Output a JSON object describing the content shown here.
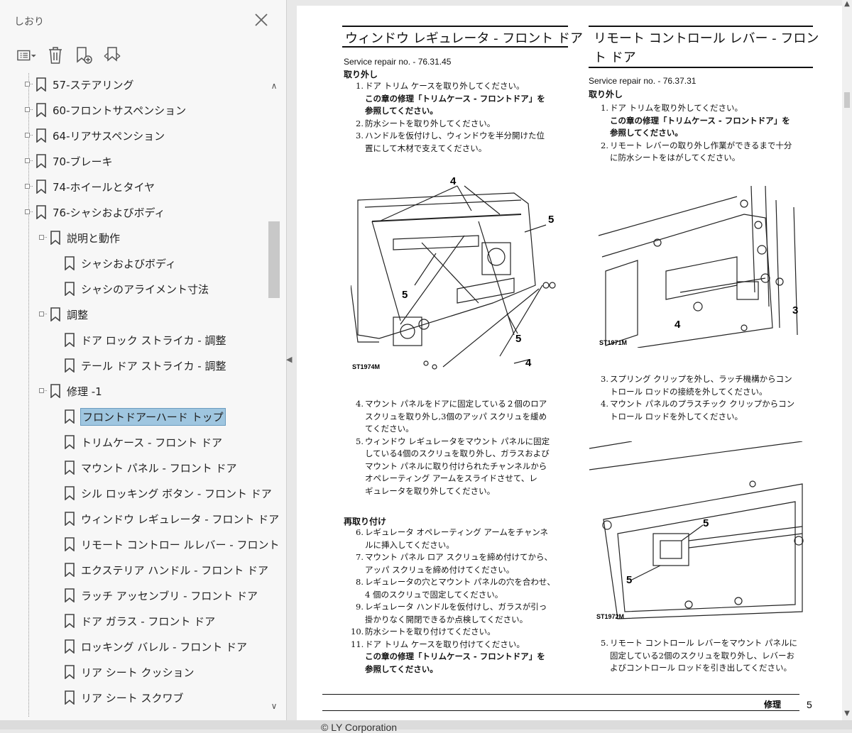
{
  "panel": {
    "title": "しおり",
    "toolbar": [
      "options-menu-icon",
      "delete-bookmark-icon",
      "new-bookmark-icon",
      "find-bookmark-icon"
    ],
    "items": [
      {
        "label": "57-ステアリング",
        "level": 0,
        "toggle": true,
        "selected": false
      },
      {
        "label": "60-フロントサスペンション",
        "level": 0,
        "toggle": true,
        "selected": false
      },
      {
        "label": "64-リアサスペンション",
        "level": 0,
        "toggle": true,
        "selected": false
      },
      {
        "label": "70-ブレーキ",
        "level": 0,
        "toggle": true,
        "selected": false
      },
      {
        "label": "74-ホイールとタイヤ",
        "level": 0,
        "toggle": true,
        "selected": false
      },
      {
        "label": "76-シャシおよびボディ",
        "level": 0,
        "toggle": true,
        "selected": false
      },
      {
        "label": "説明と動作",
        "level": 1,
        "toggle": true,
        "selected": false
      },
      {
        "label": "シャシおよびボディ",
        "level": 2,
        "toggle": false,
        "selected": false
      },
      {
        "label": "シャシのアライメント寸法",
        "level": 2,
        "toggle": false,
        "selected": false
      },
      {
        "label": "調整",
        "level": 1,
        "toggle": true,
        "selected": false
      },
      {
        "label": "ドア ロック ストライカ - 調整",
        "level": 2,
        "toggle": false,
        "selected": false
      },
      {
        "label": "テール ドア ストライカ - 調整",
        "level": 2,
        "toggle": false,
        "selected": false
      },
      {
        "label": "修理 -1",
        "level": 1,
        "toggle": true,
        "selected": false
      },
      {
        "label": "フロントドアーハード トップ",
        "level": 2,
        "toggle": false,
        "selected": true
      },
      {
        "label": "トリムケース - フロント ドア",
        "level": 2,
        "toggle": false,
        "selected": false
      },
      {
        "label": "マウント パネル - フロント ドア",
        "level": 2,
        "toggle": false,
        "selected": false
      },
      {
        "label": "シル ロッキング ボタン - フロント ドア",
        "level": 2,
        "toggle": false,
        "selected": false
      },
      {
        "label": "ウィンドウ レギュレータ - フロント ドア",
        "level": 2,
        "toggle": false,
        "selected": false
      },
      {
        "label": "リモート コントロー ルレバー - フロント ドア",
        "level": 2,
        "toggle": false,
        "selected": false
      },
      {
        "label": "エクステリア ハンドル - フロント ドア",
        "level": 2,
        "toggle": false,
        "selected": false
      },
      {
        "label": "ラッチ アッセンブリ - フロント ドア",
        "level": 2,
        "toggle": false,
        "selected": false
      },
      {
        "label": "ドア ガラス - フロント ドア",
        "level": 2,
        "toggle": false,
        "selected": false
      },
      {
        "label": "ロッキング バレル - フロント ドア",
        "level": 2,
        "toggle": false,
        "selected": false
      },
      {
        "label": "リア シート クッション",
        "level": 2,
        "toggle": false,
        "selected": false
      },
      {
        "label": "リア シート スクワブ",
        "level": 2,
        "toggle": false,
        "selected": false
      }
    ]
  },
  "doc": {
    "left": {
      "title": "ウィンドウ レギュレータ - フロント ドア",
      "service": "Service repair no. - 76.31.45",
      "removal": "取り外し",
      "steps_a": [
        {
          "n": "1.",
          "t": "ドア トリム ケースを取り外してください。"
        },
        {
          "b": "この章の修理「トリムケース - フロントドア」を"
        },
        {
          "b": "参照してください。"
        },
        {
          "n": "2.",
          "t": "防水シートを取り外してください。"
        },
        {
          "n": "3.",
          "t": "ハンドルを仮付けし、ウィンドウを半分開けた位"
        },
        {
          "i": "置にして木材で支えてください。"
        }
      ],
      "fig": {
        "code": "ST1974M",
        "callouts": [
          "4",
          "5",
          "5",
          "5",
          "4"
        ]
      },
      "steps_b": [
        {
          "n": "4.",
          "t": "マウント パネルをドアに固定している２個のロア"
        },
        {
          "i": "スクリュを取り外し,3個のアッパ スクリュを緩め"
        },
        {
          "i": "てください。"
        },
        {
          "n": "5.",
          "t": "ウィンドウ レギュレータをマウント パネルに固定"
        },
        {
          "i": "している4個のスクリュを取り外し、ガラスおよび"
        },
        {
          "i": "マウント パネルに取り付けられたチャンネルから"
        },
        {
          "i": "オペレーティング アームをスライドさせて、レ"
        },
        {
          "i": "ギュレータを取り外してください。"
        }
      ],
      "refit": "再取り付け",
      "steps_c": [
        {
          "n": "6.",
          "t": "レギュレータ オペレーティング アームをチャンネ"
        },
        {
          "i": "ルに挿入してください。"
        },
        {
          "n": "7.",
          "t": "マウント パネル ロア スクリュを締め付けてから、"
        },
        {
          "i": "アッパ スクリュを締め付けてください。"
        },
        {
          "n": "8.",
          "t": "レギュレータの穴とマウント パネルの穴を合わせ、"
        },
        {
          "i": "4 個のスクリュで固定してください。"
        },
        {
          "n": "9.",
          "t": "レギュレータ ハンドルを仮付けし、ガラスが引っ"
        },
        {
          "i": "掛かりなく開閉できるか点検してください。"
        },
        {
          "n": "10.",
          "t": "防水シートを取り付けてください。"
        },
        {
          "n": "11.",
          "t": "ドア トリム ケースを取り付けてください。"
        },
        {
          "b": "この章の修理「トリムケース - フロントドア」を"
        },
        {
          "b": "参照してください。"
        }
      ]
    },
    "right": {
      "title1": "リモート コントロール レバー - フロン",
      "title2": "ト ドア",
      "service": "Service repair no. - 76.37.31",
      "removal": "取り外し",
      "steps_a": [
        {
          "n": "1.",
          "t": "ドア トリムを取り外してください。"
        },
        {
          "b": "この章の修理「トリムケース - フロントドア」を"
        },
        {
          "b": "参照してください。"
        },
        {
          "n": "2.",
          "t": "リモート レバーの取り外し作業ができるまで十分"
        },
        {
          "i": "に防水シートをはがしてください。"
        }
      ],
      "fig1": {
        "code": "ST1971M",
        "callouts": [
          "4",
          "3"
        ]
      },
      "steps_b": [
        {
          "n": "3.",
          "t": "スプリング クリップを外し、ラッチ機構からコン"
        },
        {
          "i": "トロール ロッドの接続を外してください。"
        },
        {
          "n": "4.",
          "t": "マウント パネルのプラスチック クリップからコン"
        },
        {
          "i": "トロール ロッドを外してください。"
        }
      ],
      "fig2": {
        "code": "ST1972M",
        "callouts": [
          "5",
          "5"
        ]
      },
      "steps_c": [
        {
          "n": "5.",
          "t": "リモート コントロール レバーをマウント パネルに"
        },
        {
          "i": "固定している2個のスクリュを取り外し、レバーお"
        },
        {
          "i": "よびコントロール ロッドを引き出してください。"
        }
      ]
    },
    "footer": {
      "section": "修理",
      "page": "5"
    }
  },
  "bottom": {
    "corp": "© LY Corporation"
  },
  "colors": {
    "selected_bg": "#9fc6e0",
    "panel_bg": "#f7f7f7"
  }
}
